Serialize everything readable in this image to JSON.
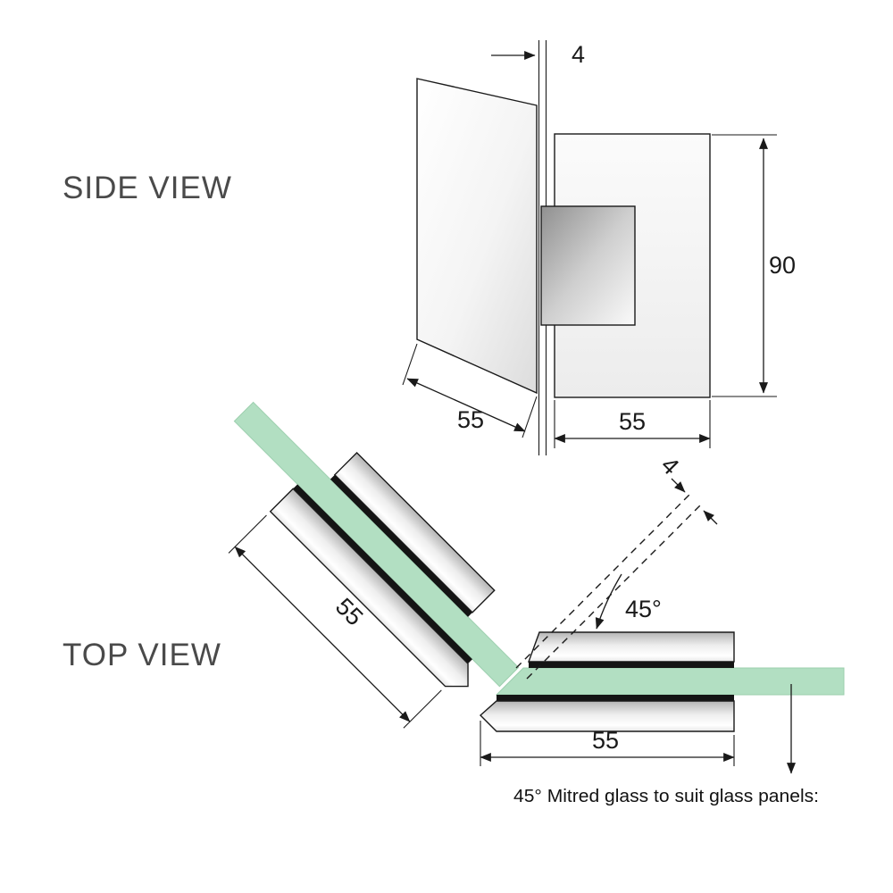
{
  "side_view": {
    "label": "SIDE VIEW",
    "dims": {
      "glass_thickness": "4",
      "hinge_height": "90",
      "glass_panel_width": "55",
      "bracket_width": "55"
    }
  },
  "top_view": {
    "label": "TOP VIEW",
    "dims": {
      "mitre_gap": "4",
      "mitre_angle": "45°",
      "diagonal_plate_length": "55",
      "horizontal_plate_length": "55"
    },
    "caption": "45° Mitred glass to suit glass panels:"
  },
  "colors": {
    "glass_green": "#b2dfc2",
    "line": "#1a1a1a",
    "label_gray": "#4a4a4a"
  }
}
